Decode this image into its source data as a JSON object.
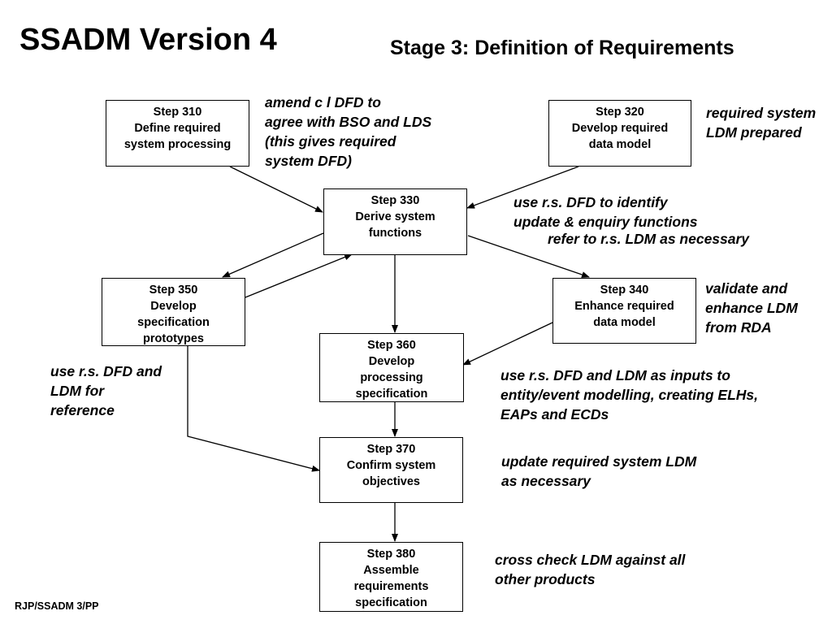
{
  "header": {
    "title": "SSADM Version 4",
    "subtitle": "Stage 3:  Definition of Requirements"
  },
  "steps": {
    "s310": [
      "Step 310",
      "Define required",
      "system processing"
    ],
    "s320": [
      "Step 320",
      "Develop required",
      "data model"
    ],
    "s330": [
      "Step 330",
      "Derive system",
      "functions"
    ],
    "s340": [
      "Step 340",
      "Enhance required",
      "data model"
    ],
    "s350": [
      "Step 350",
      "Develop",
      "specification",
      "prototypes"
    ],
    "s360": [
      "Step 360",
      "Develop",
      "processing",
      "specification"
    ],
    "s370": [
      "Step 370",
      "Confirm system",
      "objectives"
    ],
    "s380": [
      "Step 380",
      "Assemble",
      "requirements",
      "specification"
    ]
  },
  "notes": {
    "n310": [
      "amend c l DFD to",
      "agree with BSO and LDS",
      "(this gives required",
      "system DFD)"
    ],
    "n320": [
      "required system",
      "LDM  prepared"
    ],
    "n330": [
      "use  r.s. DFD to identify",
      "update & enquiry functions",
      "refer to r.s. LDM as necessary"
    ],
    "n340": [
      "validate and",
      "enhance LDM",
      "from RDA"
    ],
    "n350": [
      "use  r.s. DFD and",
      "LDM for",
      "reference"
    ],
    "n360": [
      "use  r.s. DFD  and LDM as inputs to",
      "entity/event modelling, creating ELHs,",
      "EAPs and ECDs"
    ],
    "n370": [
      "update required system LDM",
      "as necessary"
    ],
    "n380": [
      "cross check LDM against all",
      "other products"
    ]
  },
  "footer": "RJP/SSADM 3/PP"
}
